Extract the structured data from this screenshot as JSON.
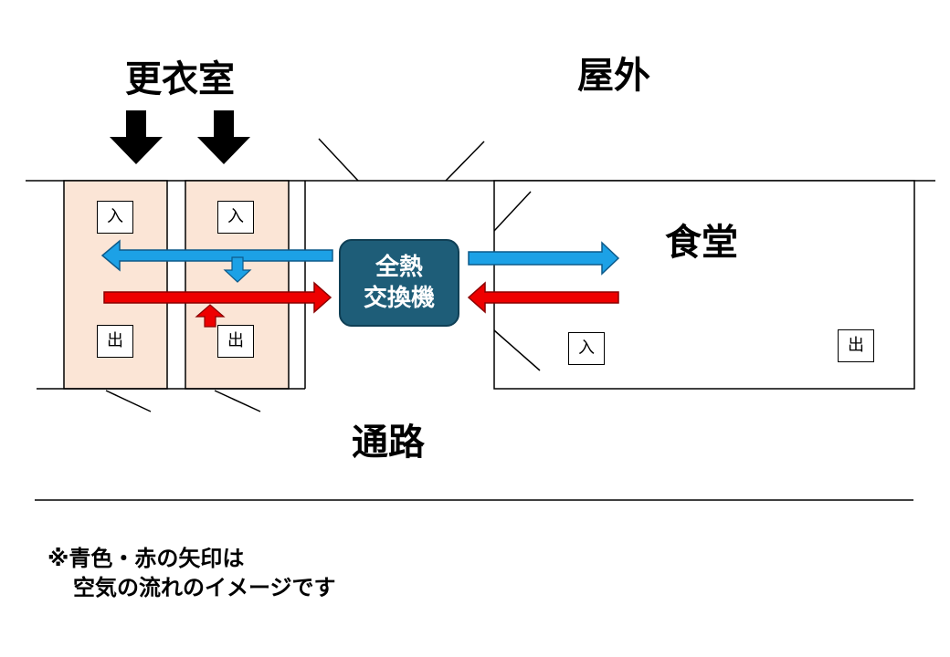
{
  "labels": {
    "changing_room": "更衣室",
    "outdoor": "屋外",
    "dining_hall": "食堂",
    "corridor": "通路"
  },
  "unit": {
    "line1": "全熱",
    "line2": "交換機"
  },
  "signs": {
    "in": "入",
    "out": "出"
  },
  "note": {
    "line1": "※青色・赤の矢印は",
    "line2": "空気の流れのイメージです"
  },
  "colors": {
    "room_fill": "#fbe5d6",
    "blue_arrow": "#1ca1e6",
    "red_arrow": "#ee0000",
    "unit_fill": "#1e5d78"
  }
}
